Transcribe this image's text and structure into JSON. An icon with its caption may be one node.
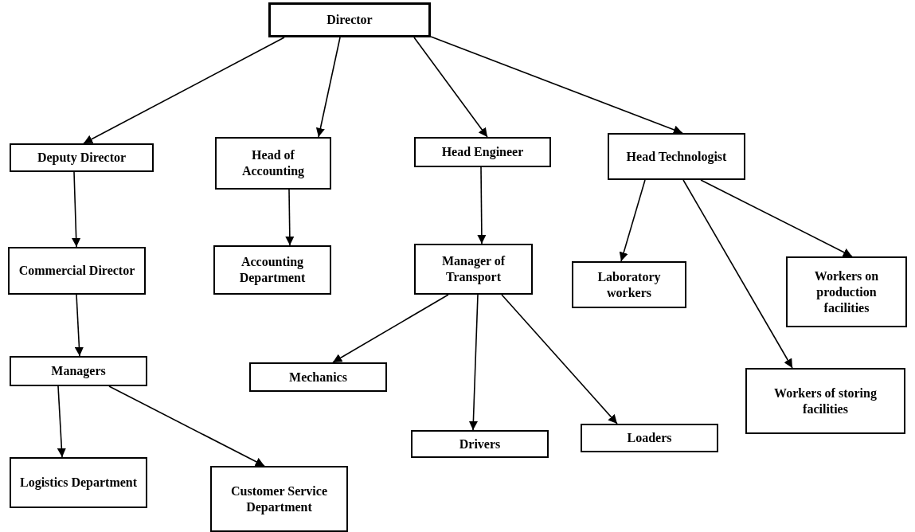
{
  "diagram": {
    "nodes": [
      {
        "text": [
          "Director"
        ]
      },
      {
        "text": [
          "Deputy Director"
        ]
      },
      {
        "text": [
          "Head of Accounting"
        ]
      },
      {
        "text": [
          "Head Engineer"
        ]
      },
      {
        "text": [
          "Head Technologist"
        ]
      },
      {
        "text": [
          "Commercial Director"
        ]
      },
      {
        "text": [
          "Accounting Department"
        ]
      },
      {
        "text": [
          "Manager of Transport"
        ]
      },
      {
        "text": [
          "Laboratory workers"
        ]
      },
      {
        "text": [
          "Workers on production facilities"
        ]
      },
      {
        "text": [
          "Managers"
        ]
      },
      {
        "text": [
          "Mechanics"
        ]
      },
      {
        "text": [
          "Drivers"
        ]
      },
      {
        "text": [
          "Loaders"
        ]
      },
      {
        "text": [
          "Workers of storing facilities"
        ]
      },
      {
        "text": [
          "Logistics Department"
        ]
      },
      {
        "text": [
          "Customer Service Department"
        ]
      }
    ],
    "edges": [
      {
        "from": 0,
        "to": 1,
        "arrow": "to"
      },
      {
        "from": 0,
        "to": 2,
        "arrow": "to"
      },
      {
        "from": 0,
        "to": 3,
        "arrow": "to"
      },
      {
        "from": 0,
        "to": 4,
        "arrow": "to"
      },
      {
        "from": 1,
        "to": 5,
        "arrow": "to"
      },
      {
        "from": 5,
        "to": 10,
        "arrow": "to"
      },
      {
        "from": 2,
        "to": 6,
        "arrow": "to"
      },
      {
        "from": 3,
        "to": 7,
        "arrow": "to"
      },
      {
        "from": 4,
        "to": 8,
        "arrow": "to"
      },
      {
        "from": 4,
        "to": 9,
        "arrow": "to"
      },
      {
        "from": 4,
        "to": 14,
        "arrow": "to"
      },
      {
        "from": 10,
        "to": 15,
        "arrow": "to"
      },
      {
        "from": 10,
        "to": 16,
        "arrow": "to"
      },
      {
        "from": 7,
        "to": 11,
        "arrow": "to"
      },
      {
        "from": 7,
        "to": 12,
        "arrow": "to"
      },
      {
        "from": 7,
        "to": 13,
        "arrow": "to"
      }
    ]
  }
}
